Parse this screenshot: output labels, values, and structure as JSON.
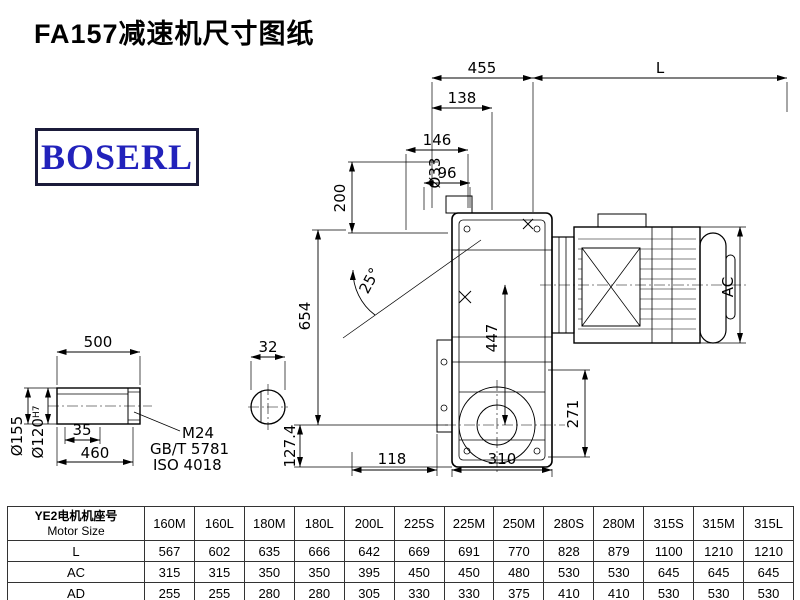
{
  "page": {
    "title": "FA157减速机尺寸图纸",
    "logo": "BOSERL"
  },
  "colors": {
    "logo_blue": "#2222bb",
    "line_black": "#000000"
  },
  "drawing": {
    "dims": {
      "d455": "455",
      "dL": "L",
      "d138": "138",
      "d146": "146",
      "d96": "96",
      "d33": "Ø33",
      "d200": "200",
      "d25": "25°",
      "d654": "654",
      "d447": "447",
      "dAC": "AC",
      "d271": "271",
      "d118": "118",
      "d310": "310",
      "d1274": "127.4",
      "d500": "500",
      "d35": "35",
      "d460": "460",
      "d155": "Ø155",
      "d120_base": "Ø120",
      "d120_sup": "H7",
      "d32": "32",
      "m24": "M24",
      "gbt": "GB/T 5781",
      "iso": "ISO 4018"
    }
  },
  "table": {
    "header_cn": "YE2电机机座号",
    "header_en": "Motor Size",
    "columns": [
      "160M",
      "160L",
      "180M",
      "180L",
      "200L",
      "225S",
      "225M",
      "250M",
      "280S",
      "280M",
      "315S",
      "315M",
      "315L"
    ],
    "rows": [
      {
        "label": "L",
        "values": [
          "567",
          "602",
          "635",
          "666",
          "642",
          "669",
          "691",
          "770",
          "828",
          "879",
          "1100",
          "1210",
          "1210"
        ]
      },
      {
        "label": "AC",
        "values": [
          "315",
          "315",
          "350",
          "350",
          "395",
          "450",
          "450",
          "480",
          "530",
          "530",
          "645",
          "645",
          "645"
        ]
      },
      {
        "label": "AD",
        "values": [
          "255",
          "255",
          "280",
          "280",
          "305",
          "330",
          "330",
          "375",
          "410",
          "410",
          "530",
          "530",
          "530"
        ]
      }
    ]
  }
}
